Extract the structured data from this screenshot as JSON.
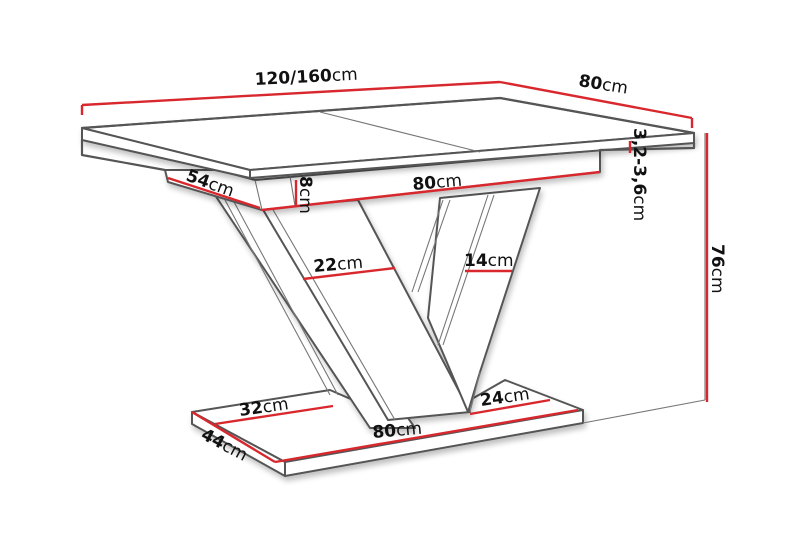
{
  "diagram": {
    "subject": "Extendable dining table with V-shaped pedestal base",
    "colors": {
      "outline": "#555555",
      "dimension_line": "#d8282e",
      "text": "#111111",
      "background": "#ffffff"
    },
    "dimensions": {
      "top_length": {
        "value": "120/160",
        "unit": "cm"
      },
      "top_width": {
        "value": "80",
        "unit": "cm"
      },
      "top_thickness": {
        "value": "3,2-3,6",
        "unit": "cm"
      },
      "total_height": {
        "value": "76",
        "unit": "cm"
      },
      "apron_depth": {
        "value": "54",
        "unit": "cm"
      },
      "apron_height": {
        "value": "8",
        "unit": "cm"
      },
      "apron_length": {
        "value": "80",
        "unit": "cm"
      },
      "front_leg_width": {
        "value": "22",
        "unit": "cm"
      },
      "rear_leg_width": {
        "value": "14",
        "unit": "cm"
      },
      "base_left_depth": {
        "value": "32",
        "unit": "cm"
      },
      "base_right_depth": {
        "value": "24",
        "unit": "cm"
      },
      "base_length": {
        "value": "80",
        "unit": "cm"
      },
      "base_width": {
        "value": "44",
        "unit": "cm"
      }
    }
  }
}
